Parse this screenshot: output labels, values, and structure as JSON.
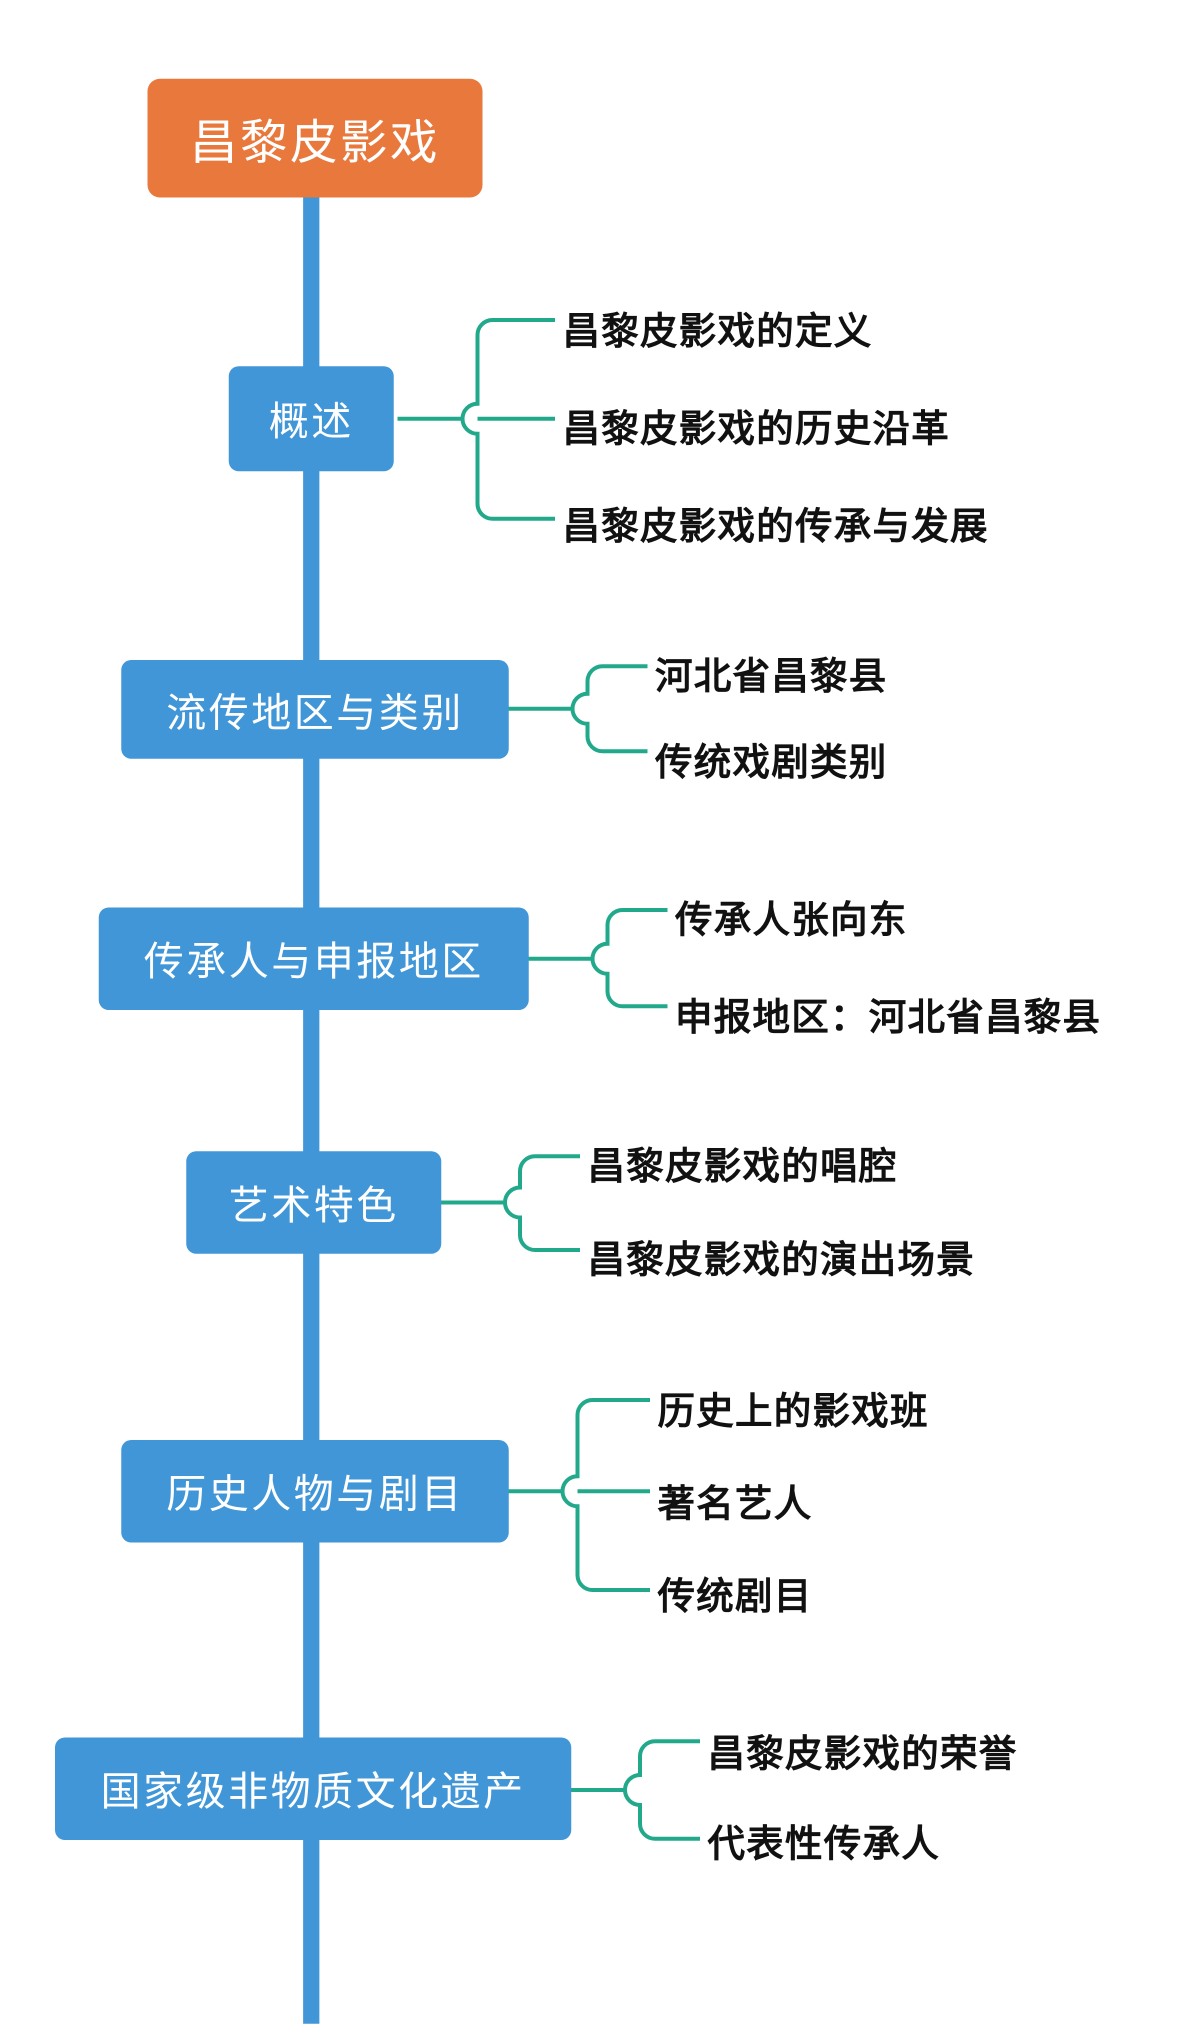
{
  "diagram": {
    "type": "mindmap",
    "title": "昌黎皮影戏",
    "colors": {
      "root_fill": "#e8783c",
      "branch_fill": "#4196d8",
      "spine": "#4196d8",
      "connector": "#22a88a",
      "root_text": "#ffffff",
      "branch_text": "#ffffff",
      "leaf_text": "#111111",
      "background": "#ffffff"
    },
    "root": {
      "label": "昌黎皮影戏"
    },
    "branches": [
      {
        "label": "概述",
        "children": [
          {
            "label": "昌黎皮影戏的定义"
          },
          {
            "label": "昌黎皮影戏的历史沿革"
          },
          {
            "label": "昌黎皮影戏的传承与发展"
          }
        ]
      },
      {
        "label": "流传地区与类别",
        "children": [
          {
            "label": "河北省昌黎县"
          },
          {
            "label": "传统戏剧类别"
          }
        ]
      },
      {
        "label": "传承人与申报地区",
        "children": [
          {
            "label": "传承人张向东"
          },
          {
            "label": "申报地区：河北省昌黎县"
          }
        ]
      },
      {
        "label": "艺术特色",
        "children": [
          {
            "label": "昌黎皮影戏的唱腔"
          },
          {
            "label": "昌黎皮影戏的演出场景"
          }
        ]
      },
      {
        "label": "历史人物与剧目",
        "children": [
          {
            "label": "历史上的影戏班"
          },
          {
            "label": "著名艺人"
          },
          {
            "label": "传统剧目"
          }
        ]
      },
      {
        "label": "国家级非物质文化遗产",
        "children": [
          {
            "label": "昌黎皮影戏的荣誉"
          },
          {
            "label": "代表性传承人"
          }
        ]
      }
    ]
  }
}
